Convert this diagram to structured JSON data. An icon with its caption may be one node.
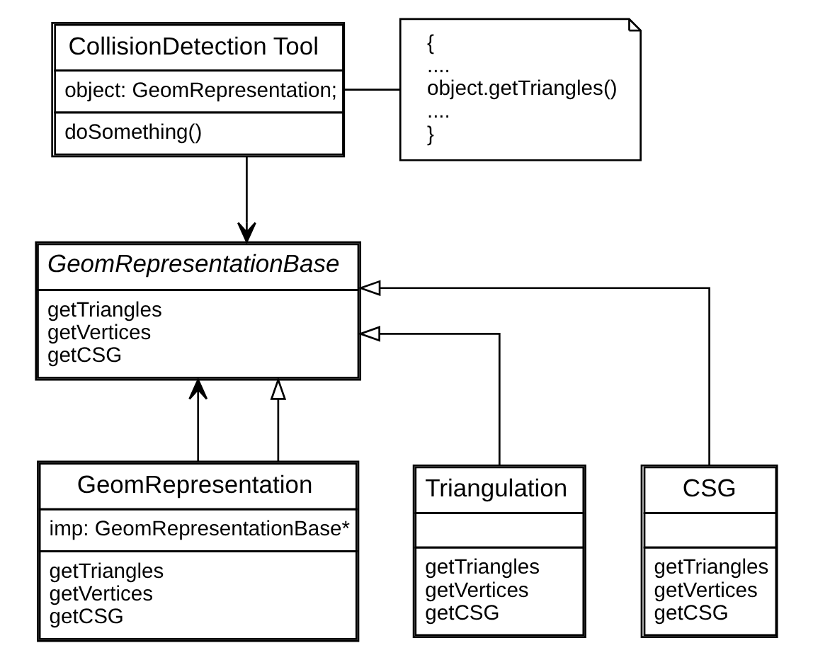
{
  "diagram": {
    "nodes": [
      {
        "text": [
          "CollisionDetection Tool",
          "object: GeomRepresentation;",
          "doSomething()"
        ]
      },
      {
        "text": [
          "{ .... object.getTriangles() .... }"
        ]
      },
      {
        "text": [
          "GeomRepresentationBase",
          "getTriangles getVertices getCSG"
        ]
      },
      {
        "text": [
          "GeomRepresentation",
          "imp: GeomRepresentationBase*",
          "getTriangles getVertices getCSG"
        ]
      },
      {
        "text": [
          "Triangulation",
          "getTriangles getVertices getCSG"
        ]
      },
      {
        "text": [
          "CSG",
          "getTriangles getVertices getCSG"
        ]
      }
    ],
    "edges": [
      {
        "from": 0,
        "to": 1,
        "arrow": "none"
      },
      {
        "from": 0,
        "to": 2,
        "arrow": "to"
      },
      {
        "from": 3,
        "to": 2,
        "arrow": "to"
      },
      {
        "from": 3,
        "to": 2,
        "arrow": "to"
      },
      {
        "from": 4,
        "to": 2,
        "arrow": "to"
      },
      {
        "from": 5,
        "to": 2,
        "arrow": "to"
      }
    ]
  }
}
